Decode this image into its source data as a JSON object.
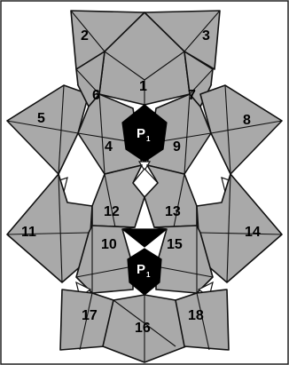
{
  "diagram": {
    "polyhedra": [
      {
        "id": "1",
        "label": "1"
      },
      {
        "id": "2",
        "label": "2"
      },
      {
        "id": "3",
        "label": "3"
      },
      {
        "id": "4",
        "label": "4"
      },
      {
        "id": "5",
        "label": "5"
      },
      {
        "id": "6",
        "label": "6"
      },
      {
        "id": "7",
        "label": "7"
      },
      {
        "id": "8",
        "label": "8"
      },
      {
        "id": "9",
        "label": "9"
      },
      {
        "id": "10",
        "label": "10"
      },
      {
        "id": "11",
        "label": "11"
      },
      {
        "id": "12",
        "label": "12"
      },
      {
        "id": "13",
        "label": "13"
      },
      {
        "id": "14",
        "label": "14"
      },
      {
        "id": "15",
        "label": "15"
      },
      {
        "id": "16",
        "label": "16"
      },
      {
        "id": "17",
        "label": "17"
      },
      {
        "id": "18",
        "label": "18"
      }
    ],
    "phosphate_upper": {
      "symbol": "P",
      "subscript": "1"
    },
    "phosphate_lower": {
      "symbol": "P",
      "subscript": "1"
    },
    "colors": {
      "octahedra": "#a9a9a9",
      "phosphate": "#000000",
      "outline": "#111111",
      "background": "#ffffff"
    }
  }
}
